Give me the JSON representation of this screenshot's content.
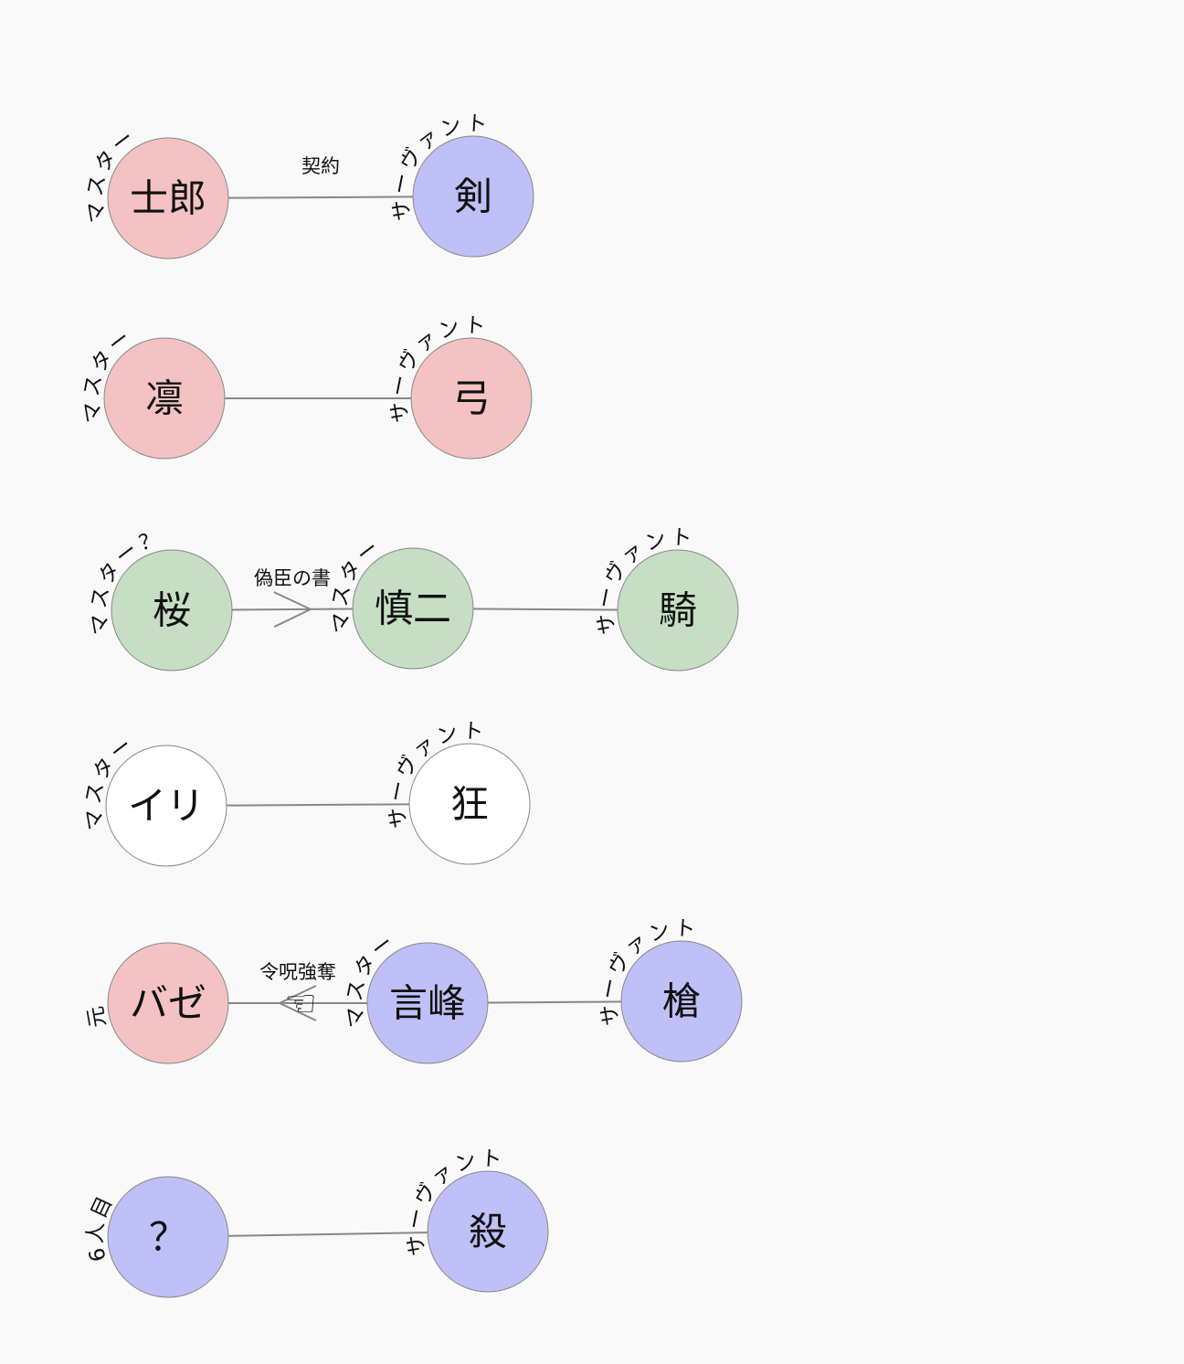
{
  "colors": {
    "pink": "#f4c2c2",
    "blue": "#c0c0f8",
    "green": "#c6dec4",
    "white": "#ffffff",
    "edge": "#888888"
  },
  "nodes": [
    {
      "id": "shirou",
      "label": "士郎",
      "color": "pink",
      "role": "マスター"
    },
    {
      "id": "saber",
      "label": "剣",
      "color": "blue",
      "role": "サーヴァント"
    },
    {
      "id": "rin",
      "label": "凛",
      "color": "pink",
      "role": "マスター"
    },
    {
      "id": "archer",
      "label": "弓",
      "color": "pink",
      "role": "サーヴァント"
    },
    {
      "id": "sakura",
      "label": "桜",
      "color": "green",
      "role": "マスター？"
    },
    {
      "id": "shinji",
      "label": "慎二",
      "color": "green",
      "role": "マスター"
    },
    {
      "id": "rider",
      "label": "騎",
      "color": "green",
      "role": "サーヴァント"
    },
    {
      "id": "illya",
      "label": "イリ",
      "color": "white",
      "role": "マスター"
    },
    {
      "id": "berserker",
      "label": "狂",
      "color": "white",
      "role": "サーヴァント"
    },
    {
      "id": "bazett",
      "label": "バゼ",
      "color": "pink",
      "role": "元"
    },
    {
      "id": "kirei",
      "label": "言峰",
      "color": "blue",
      "role": "マスター"
    },
    {
      "id": "lancer",
      "label": "槍",
      "color": "blue",
      "role": "サーヴァント"
    },
    {
      "id": "unknown",
      "label": "？",
      "color": "blue",
      "role": "6人目"
    },
    {
      "id": "assassin",
      "label": "殺",
      "color": "blue",
      "role": "サーヴァント"
    }
  ],
  "edges": [
    {
      "from": "shirou",
      "to": "saber",
      "label": "契約",
      "arrow": "none"
    },
    {
      "from": "rin",
      "to": "archer",
      "label": "",
      "arrow": "none"
    },
    {
      "from": "sakura",
      "to": "shinji",
      "label": "偽臣の書",
      "arrow": "open"
    },
    {
      "from": "shinji",
      "to": "rider",
      "label": "",
      "arrow": "none"
    },
    {
      "from": "illya",
      "to": "berserker",
      "label": "",
      "arrow": "none"
    },
    {
      "from": "kirei",
      "to": "bazett",
      "label": "令呪強奪",
      "arrow": "open",
      "icon": "pointing-hand-icon"
    },
    {
      "from": "kirei",
      "to": "lancer",
      "label": "",
      "arrow": "none"
    },
    {
      "from": "unknown",
      "to": "assassin",
      "label": "",
      "arrow": "none"
    }
  ]
}
